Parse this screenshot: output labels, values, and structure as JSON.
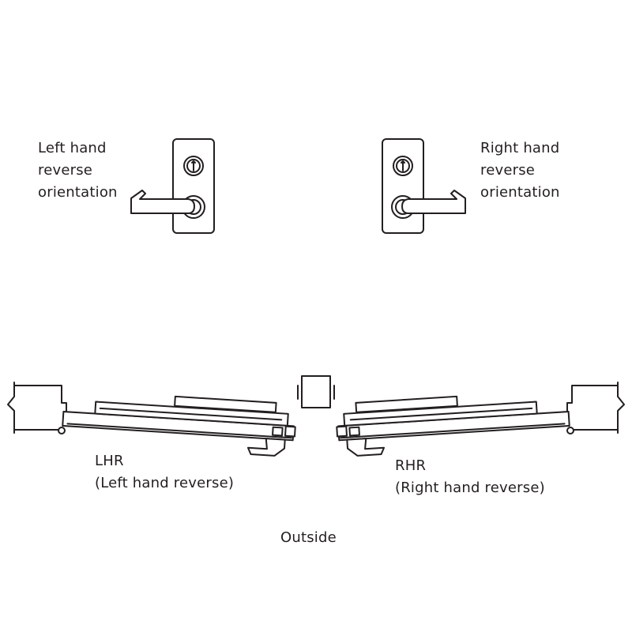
{
  "labels": {
    "left_orientation": [
      "Left hand",
      "reverse",
      "orientation"
    ],
    "right_orientation": [
      "Right hand",
      "reverse",
      "orientation"
    ],
    "lhr_code": "LHR",
    "lhr_full": "(Left hand reverse)",
    "rhr_code": "RHR",
    "rhr_full": "(Right hand reverse)",
    "outside": "Outside"
  },
  "icons": {
    "lever_trim": "lever-trim-icon",
    "door": "door-icon",
    "frame": "door-frame-icon",
    "strike": "strike-icon"
  },
  "colors": {
    "line": "#231f20",
    "background": "#ffffff"
  }
}
